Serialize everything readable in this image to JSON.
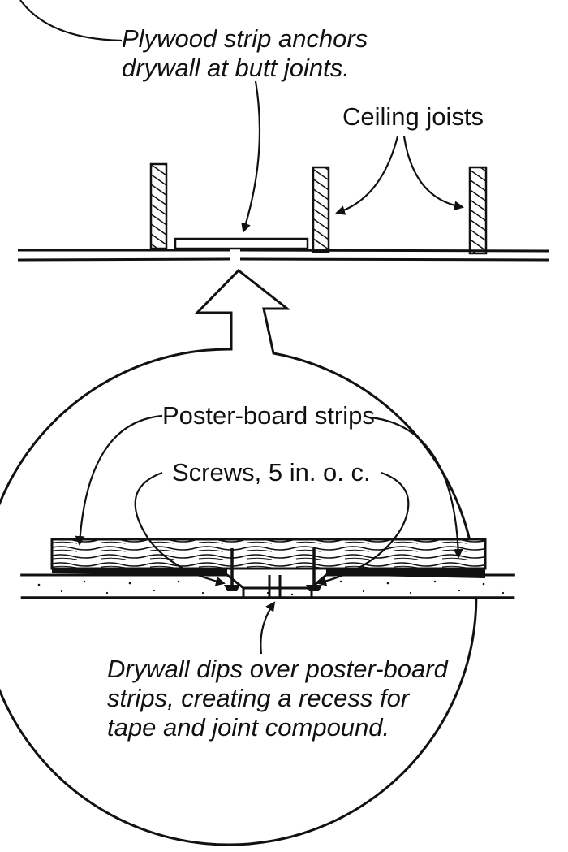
{
  "labels": {
    "plywood_strip": "Plywood strip anchors\ndrywall at butt joints.",
    "ceiling_joists": "Ceiling joists",
    "poster_board_strips": "Poster-board strips",
    "screws": "Screws, 5 in. o. c.",
    "drywall_dips": "Drywall dips over poster-board\nstrips, creating a recess for\ntape and joint compound."
  },
  "colors": {
    "ink": "#111111",
    "paper": "#ffffff"
  }
}
